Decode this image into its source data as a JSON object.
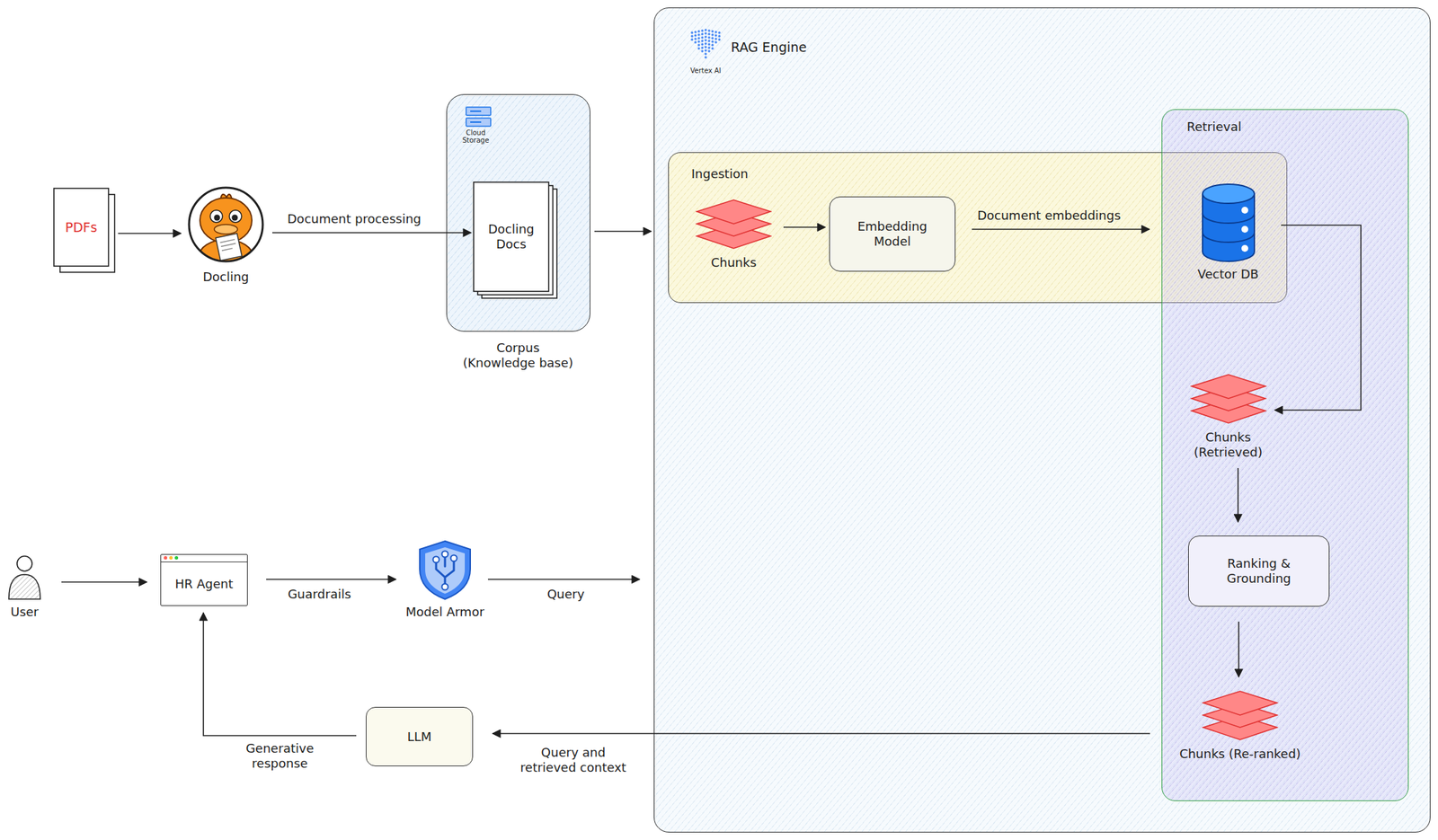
{
  "diagram": {
    "nodes": [
      {
        "text": [
          "PDFs"
        ]
      },
      {
        "text": [
          "Docling"
        ]
      },
      {
        "text": [
          "Cloud Storage",
          "Corpus (Knowledge base)"
        ]
      },
      {
        "text": [
          "Docling Docs"
        ],
        "in": 2
      },
      {
        "text": [
          "Vertex AI",
          "RAG Engine"
        ]
      },
      {
        "text": [
          "Ingestion"
        ],
        "in": 4
      },
      {
        "text": [
          "Retrieval"
        ],
        "in": 4
      },
      {
        "text": [
          "Chunks"
        ],
        "in": 5
      },
      {
        "text": [
          "Embedding Model"
        ],
        "in": 5
      },
      {
        "text": [
          "Vector DB"
        ],
        "in": 6
      },
      {
        "text": [
          "Chunks (Retrieved)"
        ],
        "in": 6
      },
      {
        "text": [
          "Ranking & Grounding"
        ],
        "in": 6
      },
      {
        "text": [
          "Chunks (Re-ranked)"
        ],
        "in": 6
      },
      {
        "text": [
          "User"
        ]
      },
      {
        "text": [
          "HR Agent"
        ]
      },
      {
        "text": [
          "Model Armor"
        ]
      },
      {
        "text": [
          "LLM"
        ]
      }
    ],
    "edges": [
      {
        "from": 0,
        "to": 1,
        "arrow": "to"
      },
      {
        "from": 1,
        "to": 3,
        "label": "Document processing",
        "arrow": "to"
      },
      {
        "from": 2,
        "to": 4,
        "arrow": "to"
      },
      {
        "from": 7,
        "to": 8,
        "arrow": "to"
      },
      {
        "from": 8,
        "to": 9,
        "label": "Document embeddings",
        "arrow": "to"
      },
      {
        "from": 9,
        "to": 10,
        "arrow": "to"
      },
      {
        "from": 10,
        "to": 11,
        "arrow": "to"
      },
      {
        "from": 11,
        "to": 12,
        "arrow": "to"
      },
      {
        "from": 13,
        "to": 14,
        "arrow": "to"
      },
      {
        "from": 14,
        "to": 15,
        "label": "Guardrails",
        "arrow": "to"
      },
      {
        "from": 15,
        "to": 4,
        "label": "Query",
        "arrow": "to"
      },
      {
        "from": 12,
        "to": 16,
        "label": "Query and retrieved context",
        "arrow": "to"
      },
      {
        "from": 16,
        "to": 14,
        "label": "Generative response",
        "arrow": "to"
      }
    ]
  }
}
